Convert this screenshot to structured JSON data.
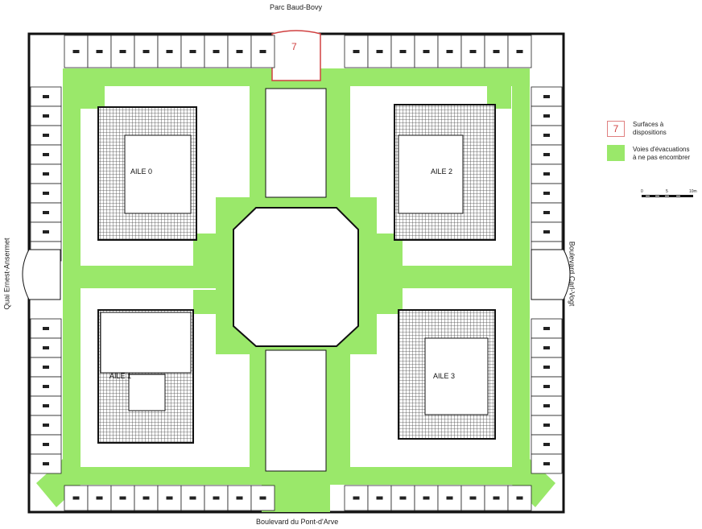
{
  "streets": {
    "north": "Parc Baud-Bovy",
    "south": "Boulevard du Pont-d'Arve",
    "west": "Quai Ernest-Ansermet",
    "east": "Boulevard Carl-Vogt"
  },
  "wings": [
    "AILE 0",
    "AILE 1",
    "AILE 2",
    "AILE 3"
  ],
  "available_area_number": "7",
  "legend": {
    "available": {
      "symbol": "7",
      "label_line1": "Surfaces à",
      "label_line2": "dispositions",
      "color": "#e06060"
    },
    "evacuation": {
      "label_line1": "Voies d'évacuations",
      "label_line2": "à ne pas encombrer",
      "color": "#9ae86a"
    }
  },
  "scale": {
    "ticks": [
      "0",
      "5",
      "10m"
    ]
  },
  "colors": {
    "corridor": "#9ae86a",
    "wall": "#111111",
    "hatch": "#555555"
  }
}
